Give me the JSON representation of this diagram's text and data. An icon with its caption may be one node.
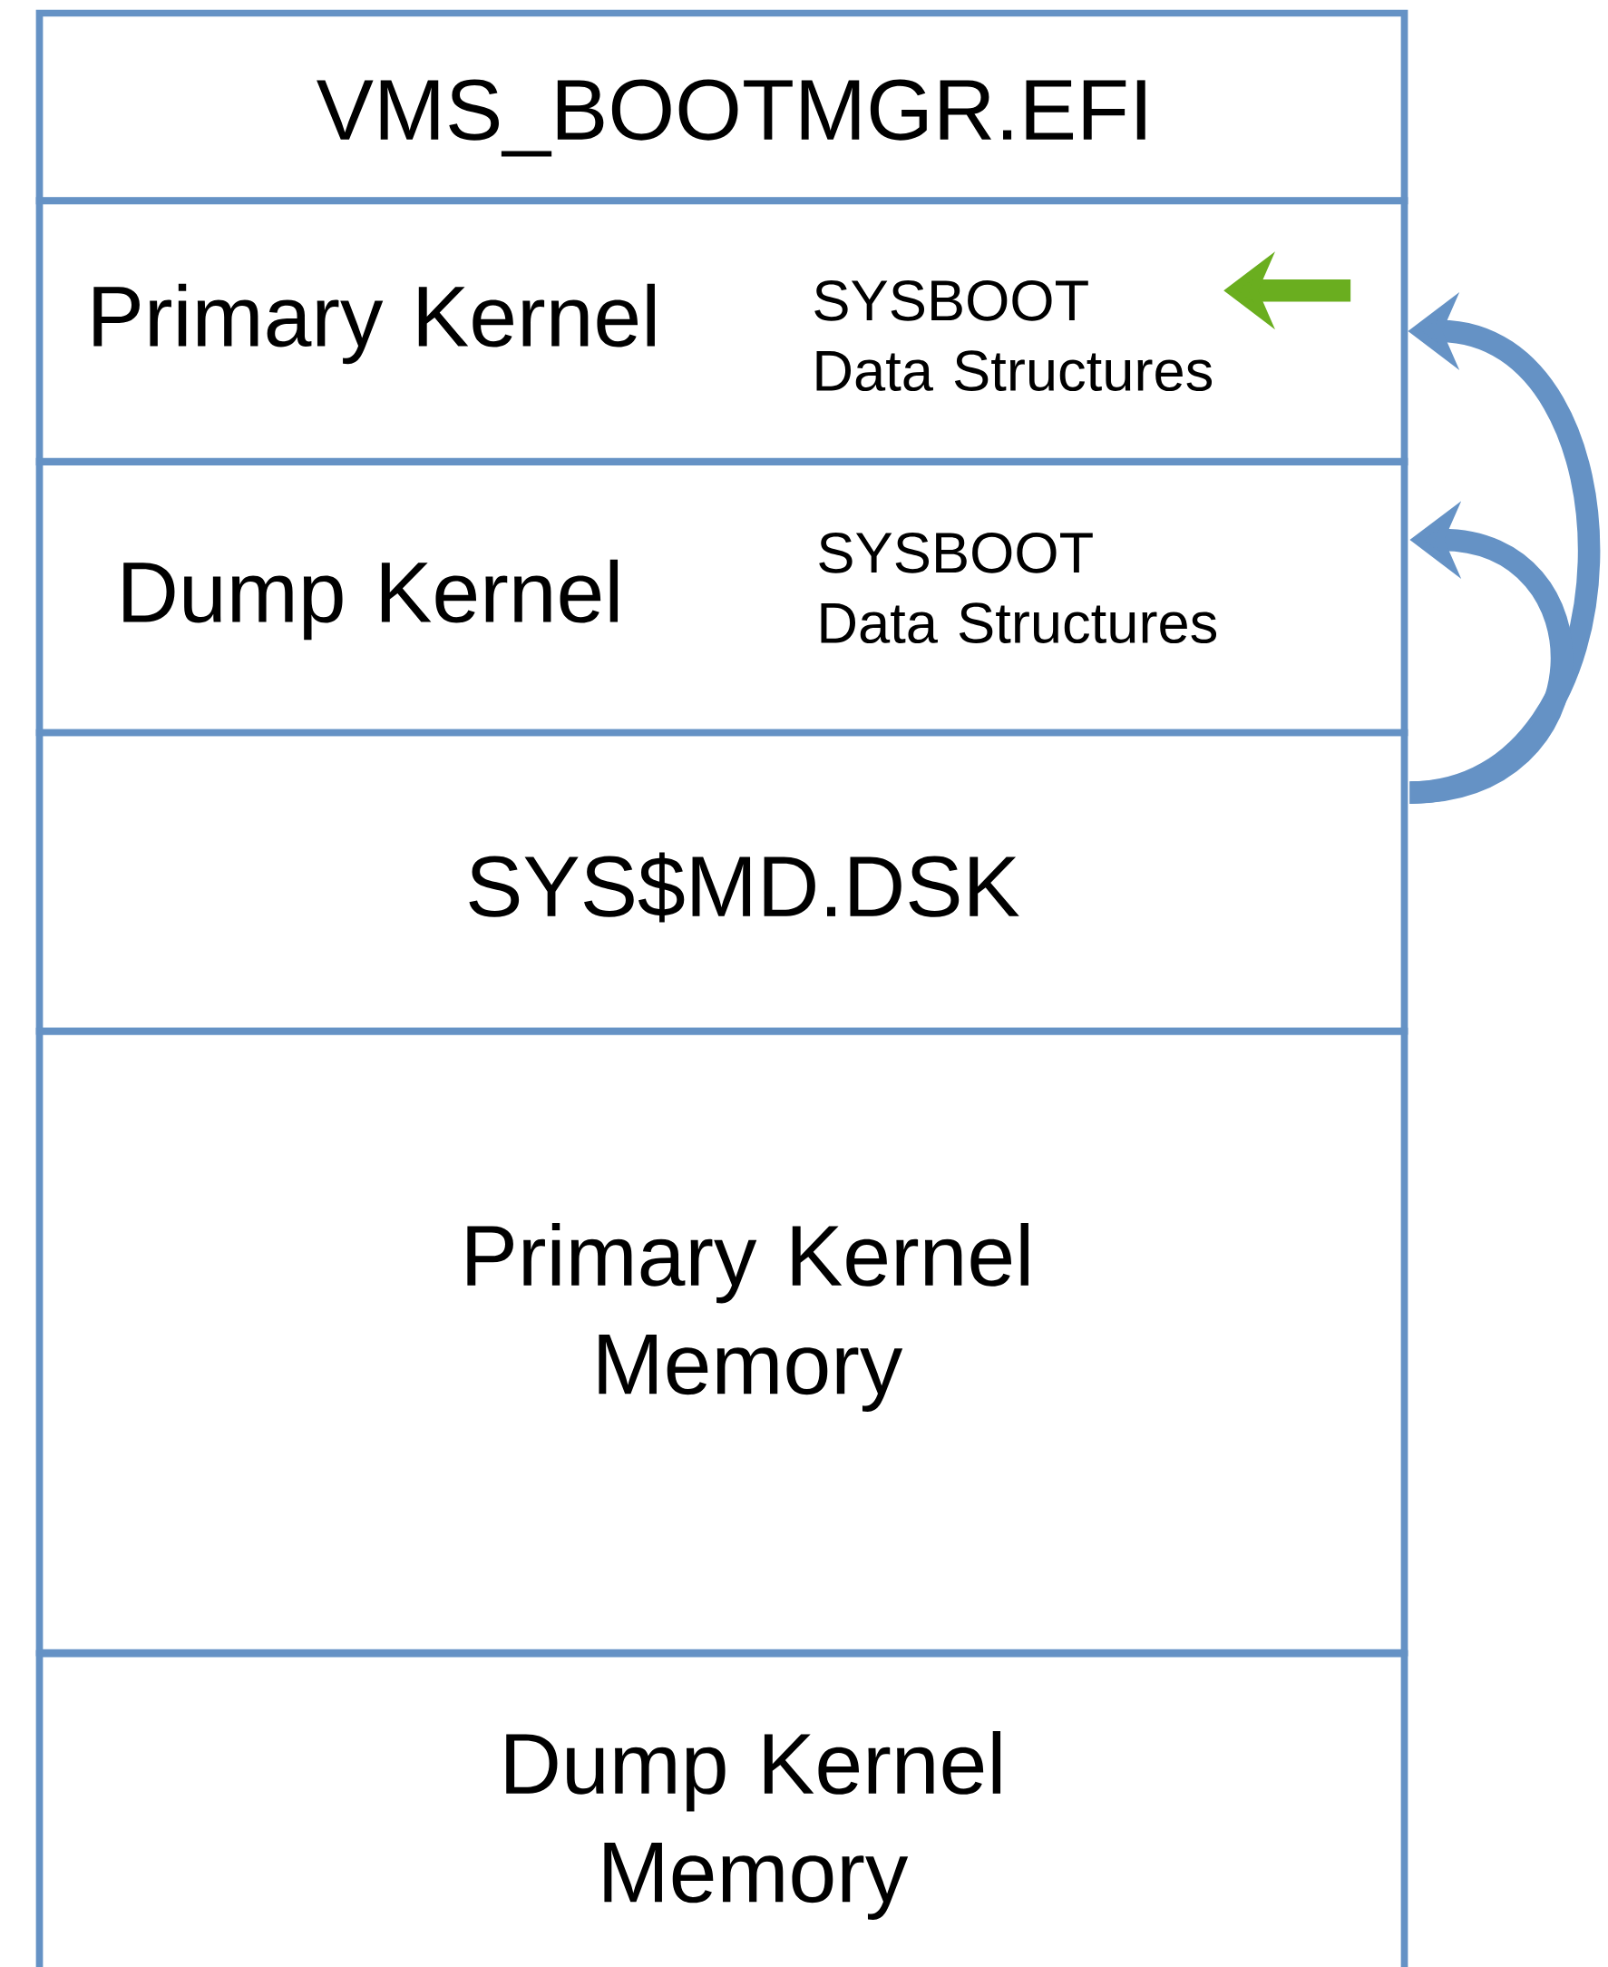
{
  "diagram": {
    "nodes": [
      {
        "text": [
          "VMS_BOOTMGR.EFI"
        ]
      },
      {
        "text": [
          "Primary Kernel"
        ]
      },
      {
        "text": [
          "SYSBOOT Data Structures"
        ],
        "in": 1
      },
      {
        "text": [
          "Dump Kernel"
        ]
      },
      {
        "text": [
          "SYSBOOT Data Structures"
        ],
        "in": 3
      },
      {
        "text": [
          "SYS$MD.DSK"
        ]
      },
      {
        "text": [
          "Primary Kernel Memory"
        ]
      },
      {
        "text": [
          "Dump Kernel Memory"
        ]
      }
    ],
    "edges": [
      {
        "from": 5,
        "to": 1,
        "arrow": "to"
      },
      {
        "from": 5,
        "to": 3,
        "arrow": "to"
      },
      {
        "from": null,
        "to": 2,
        "arrow": "to",
        "color": "#6aae1f"
      }
    ]
  }
}
